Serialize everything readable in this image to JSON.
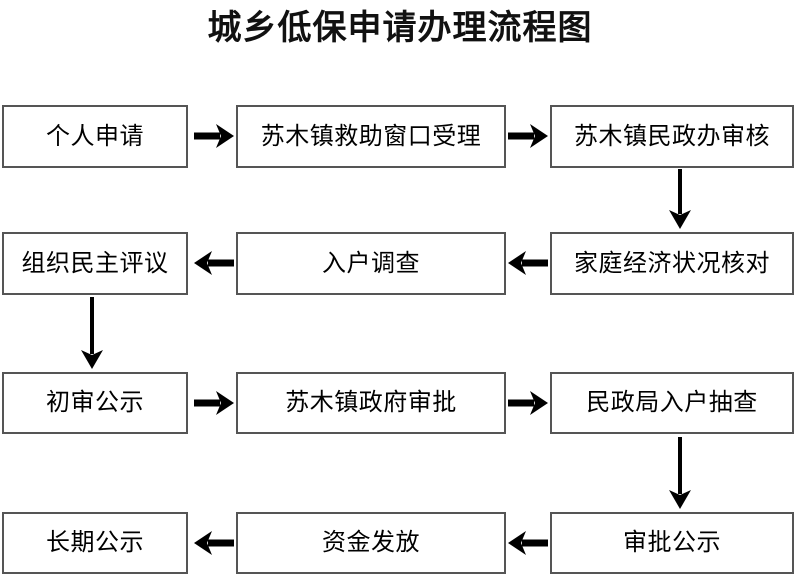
{
  "title": "城乡低保申请办理流程图",
  "flow": {
    "rows": [
      {
        "direction": "left-to-right",
        "nodes": [
          {
            "label": "个人申请"
          },
          {
            "label": "苏木镇救助窗口受理"
          },
          {
            "label": "苏木镇民政办审核"
          }
        ]
      },
      {
        "direction": "right-to-left",
        "nodes": [
          {
            "label": "组织民主评议"
          },
          {
            "label": "入户调查"
          },
          {
            "label": "家庭经济状况核对"
          }
        ]
      },
      {
        "direction": "left-to-right",
        "nodes": [
          {
            "label": "初审公示"
          },
          {
            "label": "苏木镇政府审批"
          },
          {
            "label": "民政局入户抽查"
          }
        ]
      },
      {
        "direction": "right-to-left",
        "nodes": [
          {
            "label": "长期公示"
          },
          {
            "label": "资金发放"
          },
          {
            "label": "审批公示"
          }
        ]
      }
    ],
    "connectors": [
      {
        "name": "arrow-row1-a-to-b",
        "glyph": "arrow-right-icon"
      },
      {
        "name": "arrow-row1-b-to-c",
        "glyph": "arrow-right-icon"
      },
      {
        "name": "arrow-row1c-to-row2c",
        "glyph": "arrow-down-icon"
      },
      {
        "name": "arrow-row2-c-to-b",
        "glyph": "arrow-left-icon"
      },
      {
        "name": "arrow-row2-b-to-a",
        "glyph": "arrow-left-icon"
      },
      {
        "name": "arrow-row2a-to-row3a",
        "glyph": "arrow-down-icon"
      },
      {
        "name": "arrow-row3-a-to-b",
        "glyph": "arrow-right-icon"
      },
      {
        "name": "arrow-row3-b-to-c",
        "glyph": "arrow-right-icon"
      },
      {
        "name": "arrow-row3c-to-row4c",
        "glyph": "arrow-down-icon"
      },
      {
        "name": "arrow-row4-c-to-b",
        "glyph": "arrow-left-icon"
      },
      {
        "name": "arrow-row4-b-to-a",
        "glyph": "arrow-left-icon"
      }
    ]
  },
  "colors": {
    "background": "#ffffff",
    "box_border": "#555555",
    "text": "#000000",
    "arrow": "#000000"
  }
}
